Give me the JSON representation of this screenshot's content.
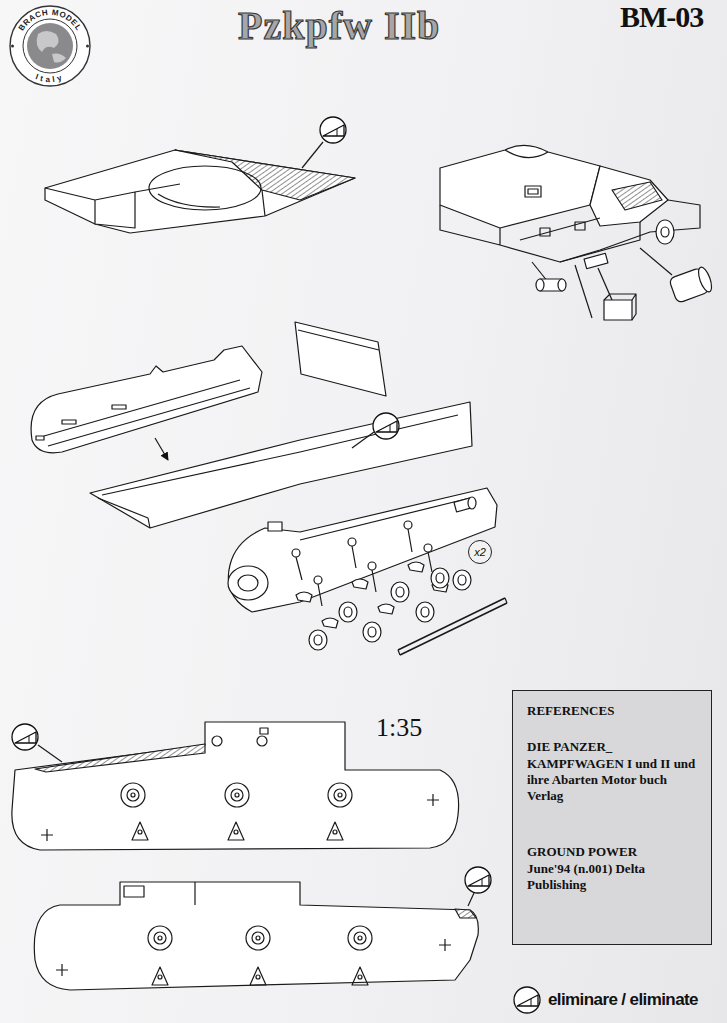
{
  "diagram": {
    "title": "Pzkpfw IIb",
    "nodes": [
      {
        "text": [
          "x2"
        ]
      },
      {
        "text": [
          "REFERENCES",
          "DIE PANZER_ KAMPFWAGEN I und II und ihre Abarten Motor buch Verlag",
          "GROUND POWER June'94 (n.001) Delta Publishing"
        ]
      }
    ],
    "labels": [
      "BRACH MODEL",
      "Italy",
      "BM-03",
      "1:35"
    ],
    "legend": [
      {
        "text": "eliminare / eliminate"
      }
    ]
  }
}
